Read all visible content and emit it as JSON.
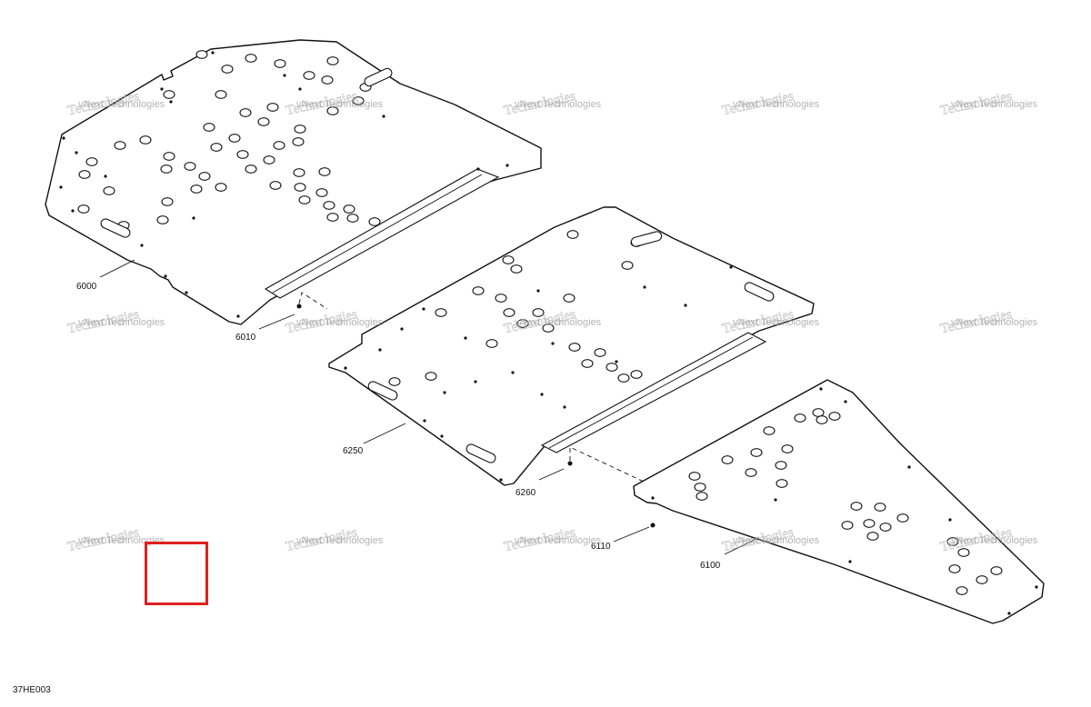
{
  "watermark": {
    "line1": "vNext Technologies",
    "line2": "Technologies"
  },
  "callouts": {
    "c6000": "6000",
    "c6010": "6010",
    "c6250": "6250",
    "c6260": "6260",
    "c6110": "6110",
    "c6100": "6100"
  },
  "reference_code": "37HE003",
  "colors": {
    "line": "#111111",
    "highlight_box": "#e02020",
    "watermark": "#9a9a9a"
  }
}
